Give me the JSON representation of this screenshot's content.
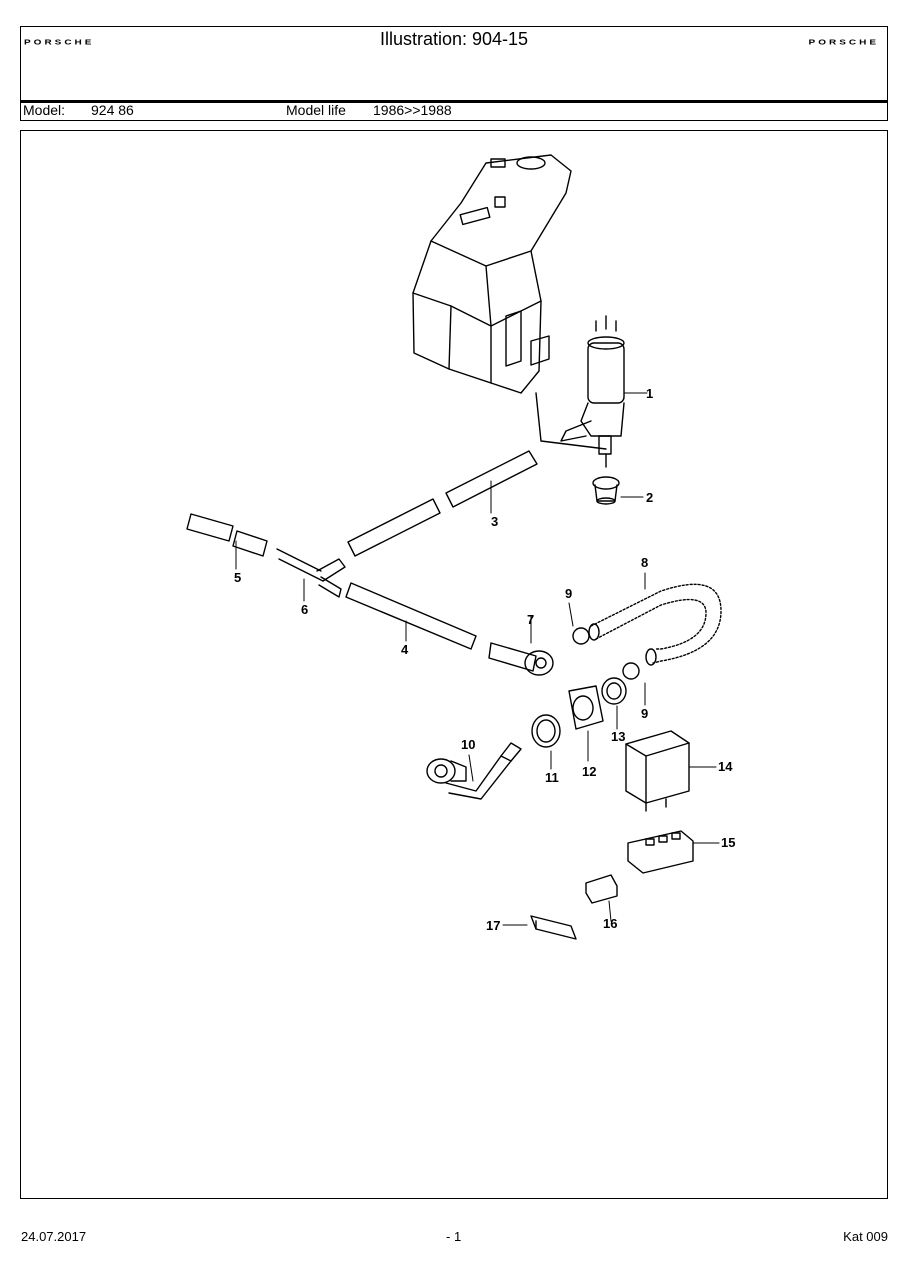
{
  "header": {
    "brand_left": "PORSCHE",
    "brand_right": "PORSCHE",
    "title": "Illustration: 904-15",
    "model_label": "Model:",
    "model_value": "924 86",
    "model_life_label": "Model life",
    "model_life_value": "1986>>1988"
  },
  "diagram": {
    "callouts": [
      "1",
      "2",
      "3",
      "4",
      "5",
      "6",
      "7",
      "8",
      "9",
      "9",
      "10",
      "11",
      "12",
      "13",
      "14",
      "15",
      "16",
      "17"
    ]
  },
  "footer": {
    "date": "24.07.2017",
    "page": "- 1",
    "catalog": "Kat 009"
  }
}
